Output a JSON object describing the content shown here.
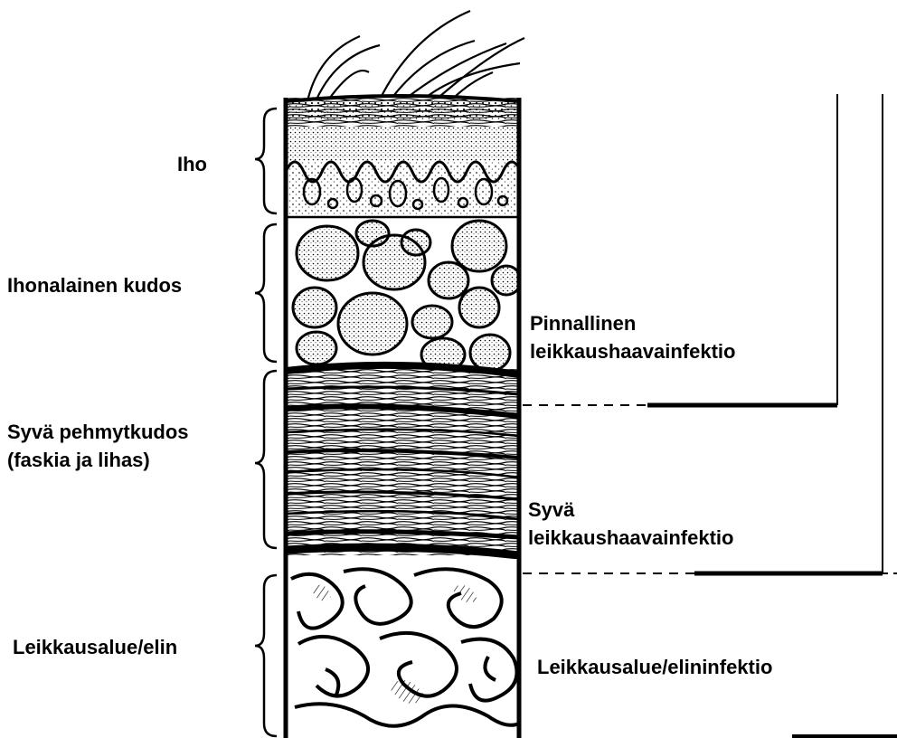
{
  "layers": {
    "skin": "Iho",
    "subcutaneous": "Ihonalainen kudos",
    "deep_soft_tissue_line1": "Syvä pehmytkudos",
    "deep_soft_tissue_line2": "(faskia ja lihas)",
    "organ_space": "Leikkausalue/elin"
  },
  "infections": {
    "superficial_line1": "Pinnallinen",
    "superficial_line2": "leikkaushaavainfektio",
    "deep_line1": "Syvä",
    "deep_line2": "leikkaushaavainfektio",
    "organ_space": "Leikkausalue/elininfektio"
  },
  "colors": {
    "ink": "#000000",
    "paper": "#ffffff"
  }
}
